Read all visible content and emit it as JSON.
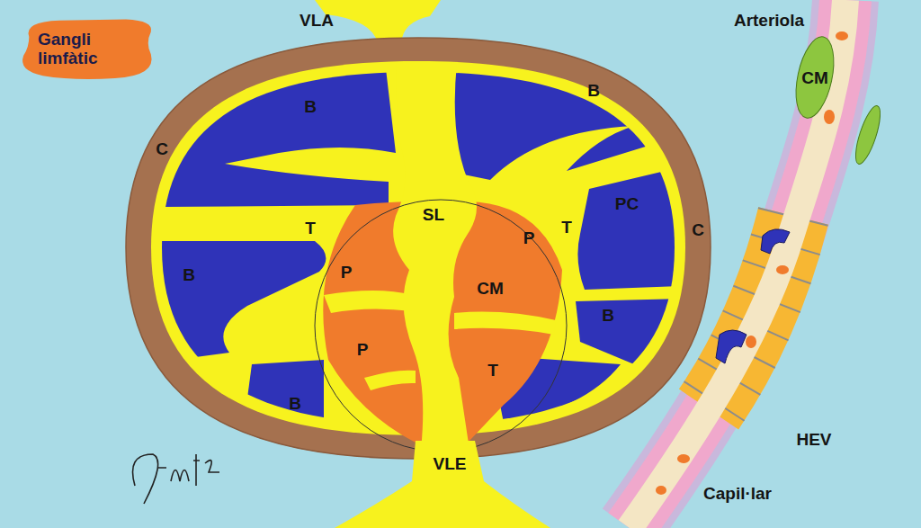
{
  "diagram": {
    "nodes": [
      {
        "text": [
          "Gangli limfàtic"
        ]
      }
    ],
    "labels": [
      "VLA",
      "Arteriola",
      "B",
      "B",
      "CM",
      "C",
      "PC",
      "T",
      "SL",
      "P",
      "T",
      "B",
      "P",
      "CM",
      "C",
      "B",
      "P",
      "T",
      "B",
      "HEV",
      "VLE",
      "Capil·lar"
    ]
  }
}
